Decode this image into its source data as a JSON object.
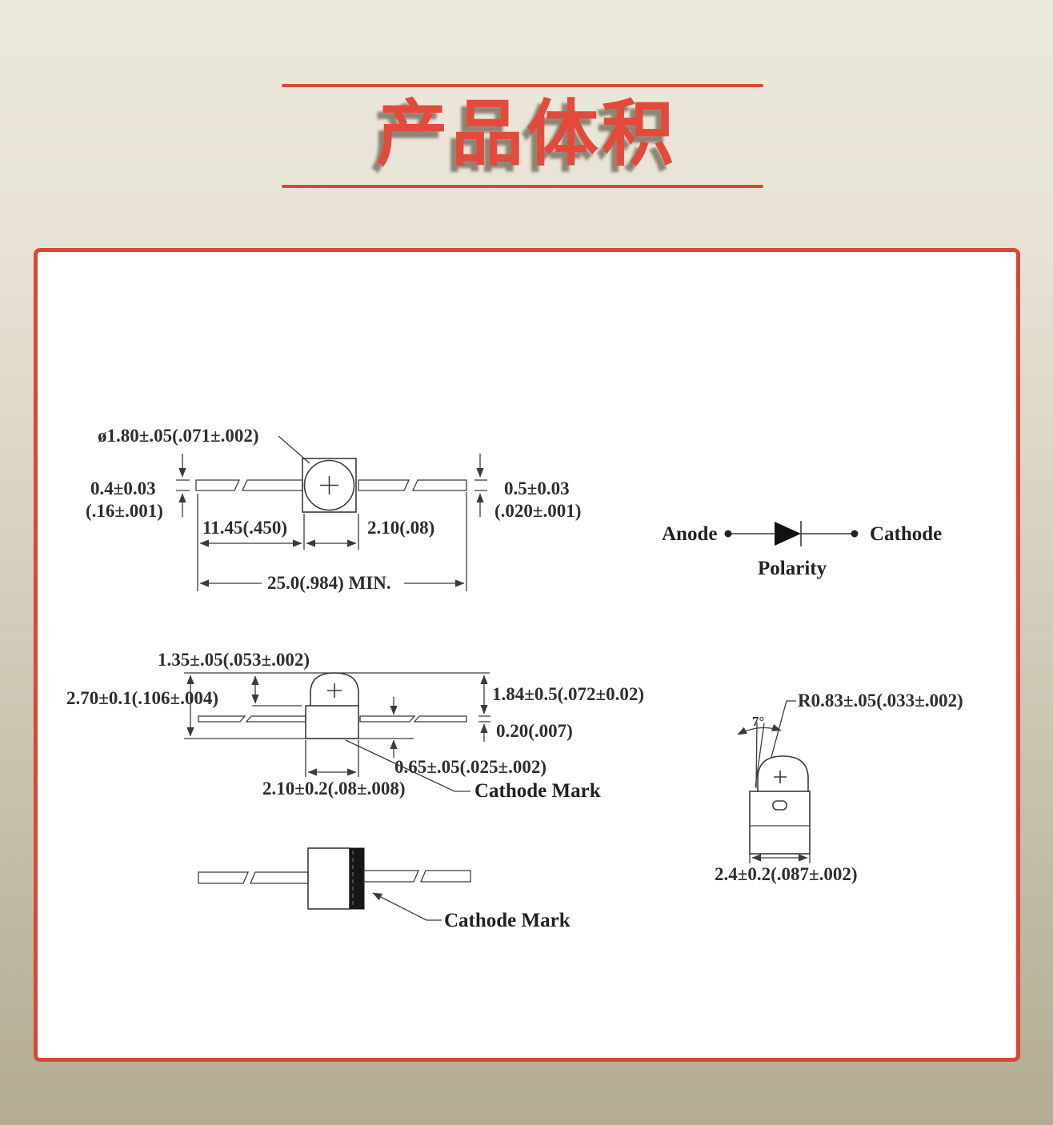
{
  "page": {
    "title": "产品体积",
    "accent_color": "#d8473a",
    "title_color": "#e24b3c",
    "line_color": "#3b3b3b"
  },
  "diagram": {
    "top_view": {
      "lens_diameter": "ø1.80±.05(.071±.002)",
      "left_lead_thickness": "0.4±0.03",
      "left_lead_thickness_in": "(.16±.001)",
      "left_lead_length": "11.45(.450)",
      "body_width": "2.10(.08)",
      "overall_length": "25.0(.984) MIN.",
      "right_lead_thickness": "0.5±0.03",
      "right_lead_thickness_in": "(.020±.001)"
    },
    "polarity": {
      "anode": "Anode",
      "cathode": "Cathode",
      "caption": "Polarity"
    },
    "side_view": {
      "dome_width": "1.35±.05(.053±.002)",
      "overall_height": "2.70±0.1(.106±.004)",
      "dome_height": "1.84±0.5(.072±0.02)",
      "lead_thickness": "0.20(.007)",
      "lead_offset": "0.65±.05(.025±.002)",
      "body_width": "2.10±0.2(.08±.008)",
      "cathode_mark": "Cathode Mark"
    },
    "bottom_view": {
      "cathode_mark": "Cathode Mark"
    },
    "front_view": {
      "dome_radius": "R0.83±.05(.033±.002)",
      "tilt_angle": "7°",
      "body_width": "2.4±0.2(.087±.002)"
    }
  }
}
